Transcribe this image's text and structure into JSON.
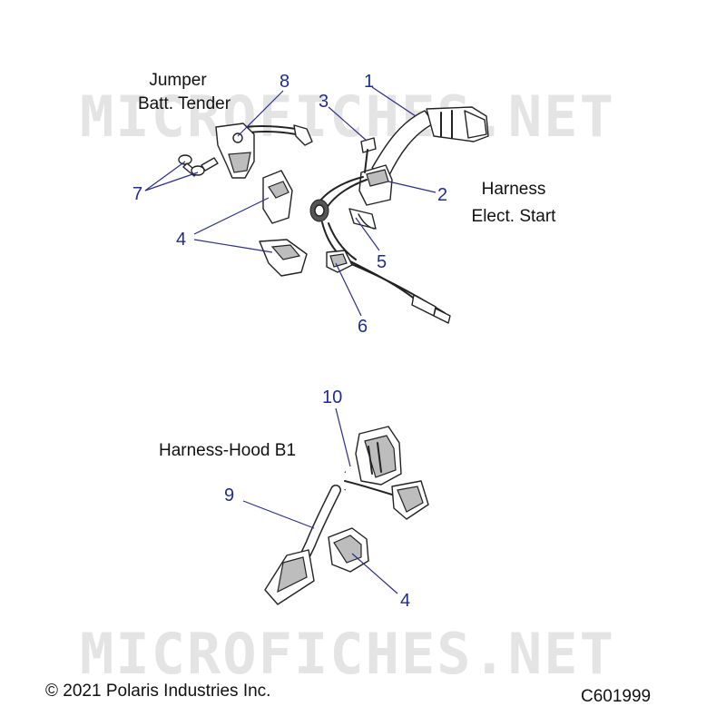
{
  "watermark": "MICROFICHES.NET",
  "labels": {
    "jumper_line1": "Jumper",
    "jumper_line2": "Batt. Tender",
    "harness_line1": "Harness",
    "harness_line2": "Elect. Start",
    "hood": "Harness-Hood B1"
  },
  "callouts": [
    "1",
    "2",
    "3",
    "4",
    "4",
    "5",
    "6",
    "7",
    "8",
    "9",
    "10"
  ],
  "footer": {
    "copyright": "© 2021 Polaris Industries Inc.",
    "code": "C601999"
  },
  "colors": {
    "callout": "#1f2d8f",
    "watermark": "#e4e4e4"
  }
}
